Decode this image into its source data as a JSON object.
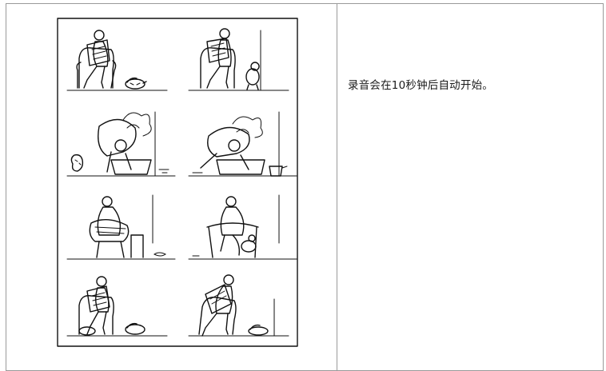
{
  "instruction_text": "录音会在10秒钟后自动开始。",
  "comic": {
    "panel_count": 8,
    "columns": 2,
    "rows": 4
  },
  "colors": {
    "border": "#9a9a9a",
    "text": "#1a1a1a",
    "ink": "#111111"
  }
}
